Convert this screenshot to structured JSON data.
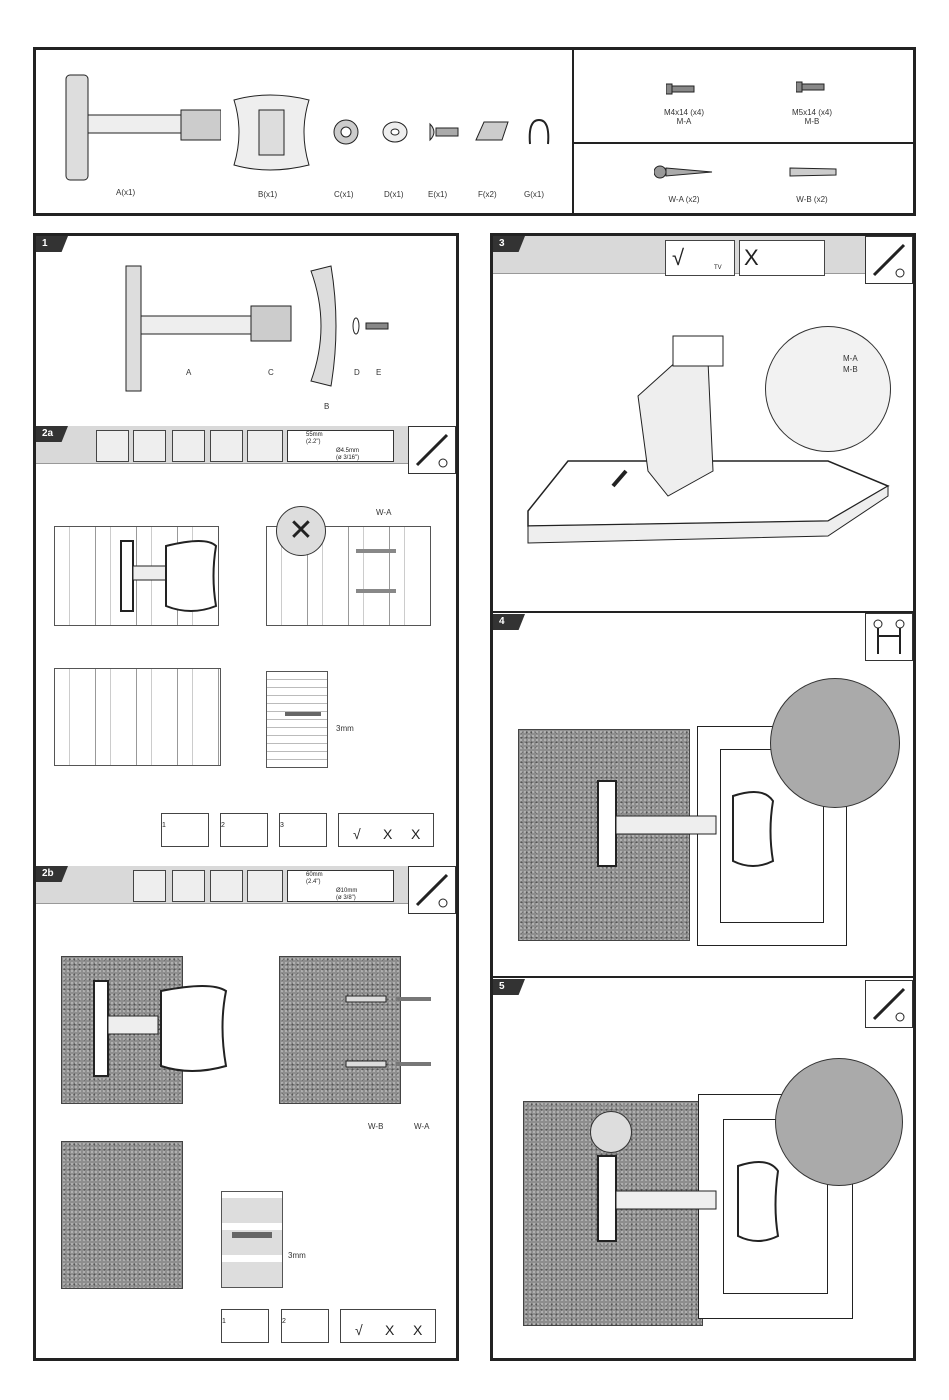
{
  "parts": [
    {
      "label": "A(x1)"
    },
    {
      "label": "B(x1)"
    },
    {
      "label": "C(x1)"
    },
    {
      "label": "D(x1)"
    },
    {
      "label": "E(x1)"
    },
    {
      "label": "F(x2)"
    },
    {
      "label": "G(x1)"
    }
  ],
  "screws": [
    {
      "size": "M4x14 (x4)",
      "code": "M-A"
    },
    {
      "size": "M5x14 (x4)",
      "code": "M-B"
    },
    {
      "size": "W-A (x2)"
    },
    {
      "size": "W-B (x2)"
    }
  ],
  "step1": {
    "num": "1",
    "labels": [
      "A",
      "C",
      "D",
      "E",
      "B"
    ]
  },
  "step2a": {
    "num": "2a",
    "drill_depth": "55mm",
    "drill_depth_in": "(2.2\")",
    "drill_dia": "Ø4.5mm",
    "drill_dia_in": "(ø 3/16\")",
    "screw_label": "W-A",
    "gap": "3mm",
    "substeps": [
      "1",
      "2",
      "3"
    ],
    "checks": [
      "√",
      "X",
      "X"
    ]
  },
  "step2b": {
    "num": "2b",
    "drill_depth": "60mm",
    "drill_depth_in": "(2.4\")",
    "drill_dia": "Ø10mm",
    "drill_dia_in": "(ø 3/8\")",
    "anchor_label": "W-B",
    "screw_label": "W-A",
    "gap": "3mm",
    "substeps": [
      "1",
      "2"
    ],
    "checks": [
      "√",
      "X",
      "X"
    ]
  },
  "step3": {
    "num": "3",
    "ok_mark": "√",
    "no_mark": "X",
    "tv": "TV",
    "screw_labels": [
      "M-A",
      "M-B"
    ]
  },
  "step4": {
    "num": "4"
  },
  "step5": {
    "num": "5"
  }
}
